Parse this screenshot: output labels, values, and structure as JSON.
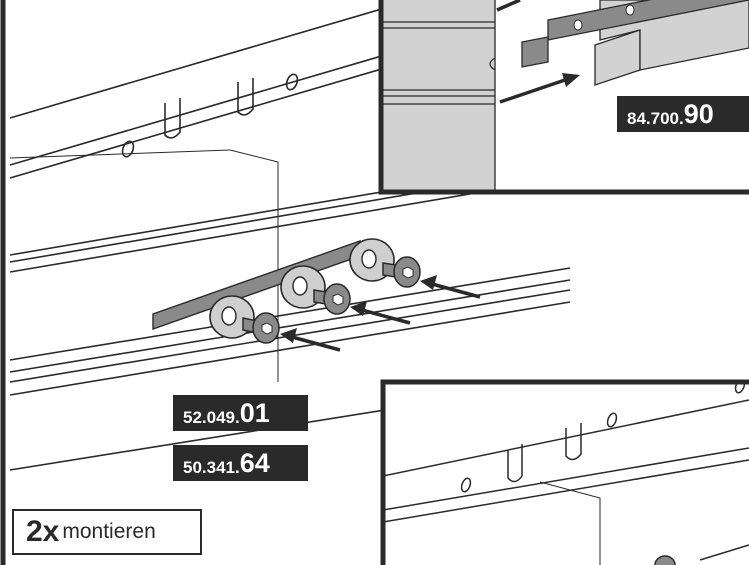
{
  "labels": {
    "top_part": {
      "small": "84.700.",
      "big": "90"
    },
    "washer_part": {
      "small": "52.049.",
      "big": "01"
    },
    "screw_part": {
      "small": "50.341.",
      "big": "64"
    }
  },
  "quantity": {
    "count": "2x",
    "action": "montieren"
  },
  "colors": {
    "line": "#2a2a2a",
    "label_bg": "#2a2a2a",
    "rail_fill": "#ffffff",
    "part_fill": "#8a8a8a",
    "washer_fill": "#cfcfcf",
    "panel_fill": "#d2d2d2"
  }
}
